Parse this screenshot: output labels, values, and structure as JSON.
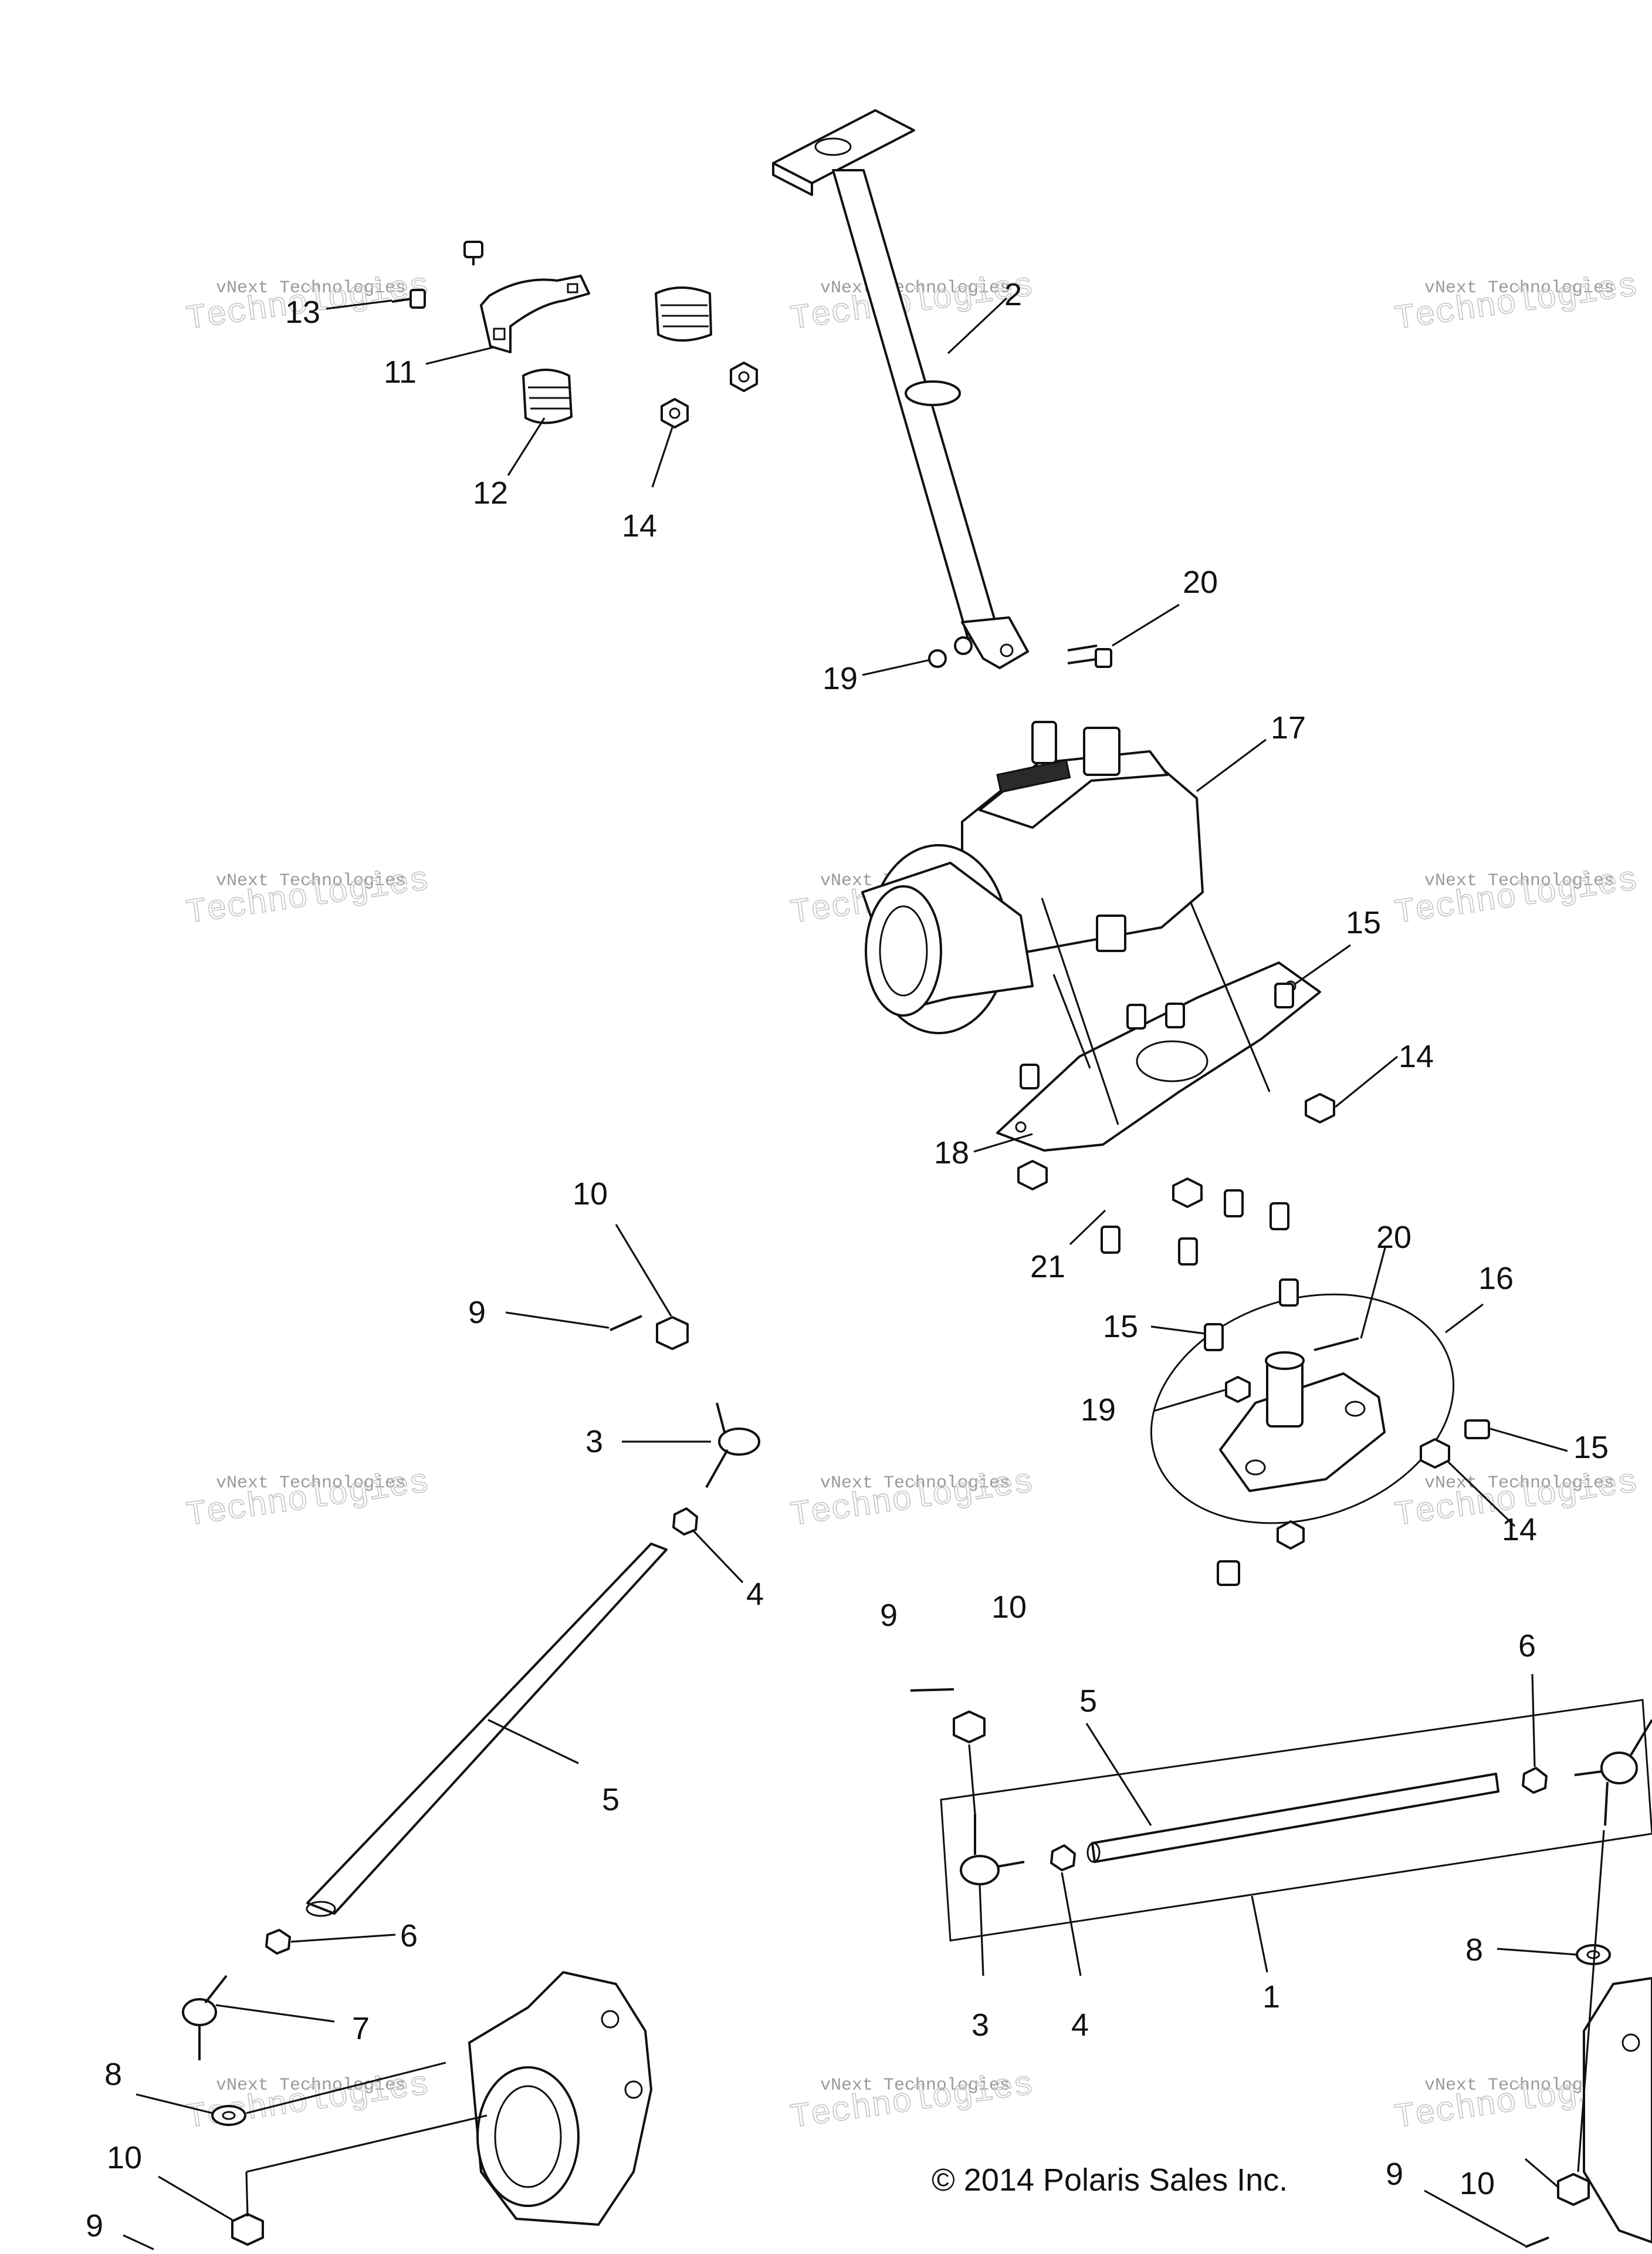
{
  "copyright": "© 2014 Polaris Sales Inc.",
  "watermark": {
    "line1": "vNext Technologies",
    "line2": "Technologies"
  },
  "callouts": [
    {
      "label": "13"
    },
    {
      "label": "11"
    },
    {
      "label": "12"
    },
    {
      "label": "14"
    },
    {
      "label": "2"
    },
    {
      "label": "20"
    },
    {
      "label": "19"
    },
    {
      "label": "17"
    },
    {
      "label": "15"
    },
    {
      "label": "14"
    },
    {
      "label": "18"
    },
    {
      "label": "21"
    },
    {
      "label": "10"
    },
    {
      "label": "9"
    },
    {
      "label": "20"
    },
    {
      "label": "16"
    },
    {
      "label": "15"
    },
    {
      "label": "19"
    },
    {
      "label": "15"
    },
    {
      "label": "14"
    },
    {
      "label": "3"
    },
    {
      "label": "4"
    },
    {
      "label": "5"
    },
    {
      "label": "6"
    },
    {
      "label": "7"
    },
    {
      "label": "8"
    },
    {
      "label": "10"
    },
    {
      "label": "9"
    },
    {
      "label": "9"
    },
    {
      "label": "10"
    },
    {
      "label": "5"
    },
    {
      "label": "6"
    },
    {
      "label": "3"
    },
    {
      "label": "4"
    },
    {
      "label": "1"
    },
    {
      "label": "8"
    },
    {
      "label": "9"
    },
    {
      "label": "10"
    }
  ]
}
